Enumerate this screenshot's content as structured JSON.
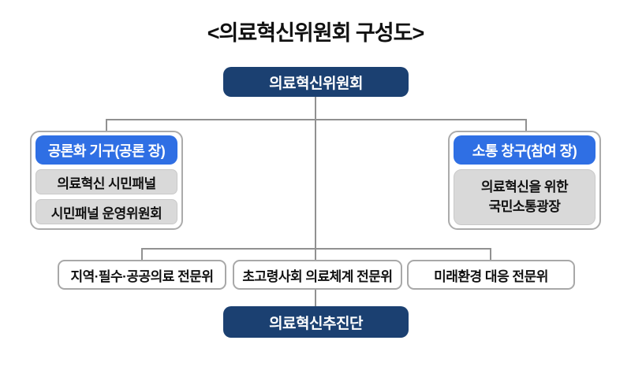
{
  "page": {
    "title": "<의료혁신위원회 구성도>"
  },
  "org_chart": {
    "root": {
      "label": "의료혁신위원회"
    },
    "left_group": {
      "header": "공론화 기구(공론 장)",
      "items": [
        "의료혁신 시민패널",
        "시민패널 운영위원회"
      ]
    },
    "right_group": {
      "header": "소통 창구(참여 장)",
      "items": [
        "의료혁신을 위한\n국민소통광장"
      ]
    },
    "committees": [
      "지역·필수·공공의료 전문위",
      "초고령사회 의료체계 전문위",
      "미래환경 대응 전문위"
    ],
    "bottom": {
      "label": "의료혁신추진단"
    }
  },
  "colors": {
    "navy": "#1b4071",
    "blue": "#2f6fe4",
    "gray_fill": "#d9d9d9",
    "group_border": "#ababab",
    "connector": "#919191",
    "text_dark": "#111111",
    "text_light": "#ffffff"
  }
}
